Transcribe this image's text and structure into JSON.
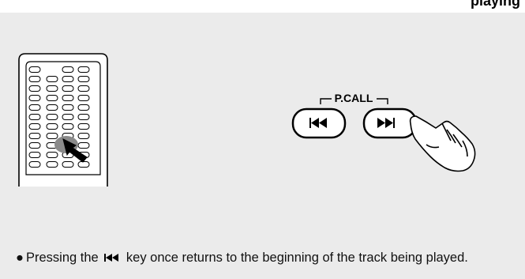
{
  "header": {
    "title": "playing"
  },
  "diagram": {
    "key_group_label": "P.CALL",
    "left_key_icon": "skip-back-icon",
    "right_key_icon": "skip-forward-icon"
  },
  "instruction": {
    "bullet": "●",
    "text_before": "Pressing the",
    "key_icon": "skip-back-icon",
    "text_after": "key once returns to the beginning of the track being played."
  }
}
